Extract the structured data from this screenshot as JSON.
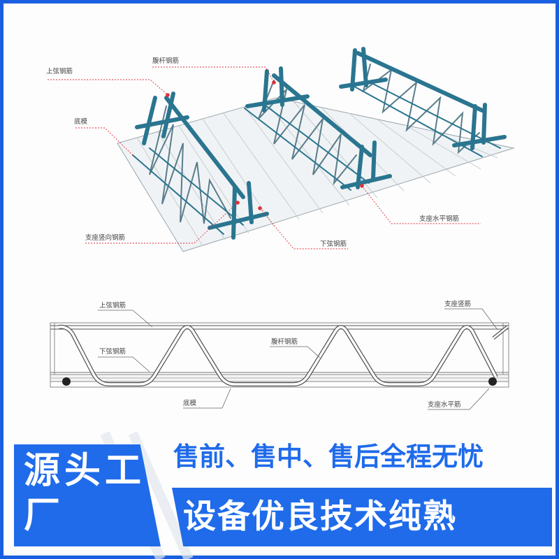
{
  "top_diagram": {
    "labels": {
      "upper_chord": "上弦钢筋",
      "web_rebar": "腹杆钢筋",
      "bottom_mold": "底模",
      "support_vertical": "支座竖向钢筋",
      "lower_chord": "下弦钢筋",
      "support_horizontal": "支座水平钢筋"
    }
  },
  "bottom_diagram": {
    "labels": {
      "upper_chord": "上弦钢筋",
      "support_vertical": "支座竖筋",
      "lower_chord": "下弦钢筋",
      "web_rebar": "腹杆钢筋",
      "bottom_mold": "底模",
      "support_horizontal": "支座水平筋"
    }
  },
  "banner": {
    "left_text": "源头工厂",
    "slogan_line1": "售前、售中、售后全程无忧",
    "slogan_line2": "设备优良技术纯熟"
  },
  "colors": {
    "brand_blue": "#1f6bea",
    "steel": "#2a7590",
    "callout_red": "#e0303a"
  }
}
